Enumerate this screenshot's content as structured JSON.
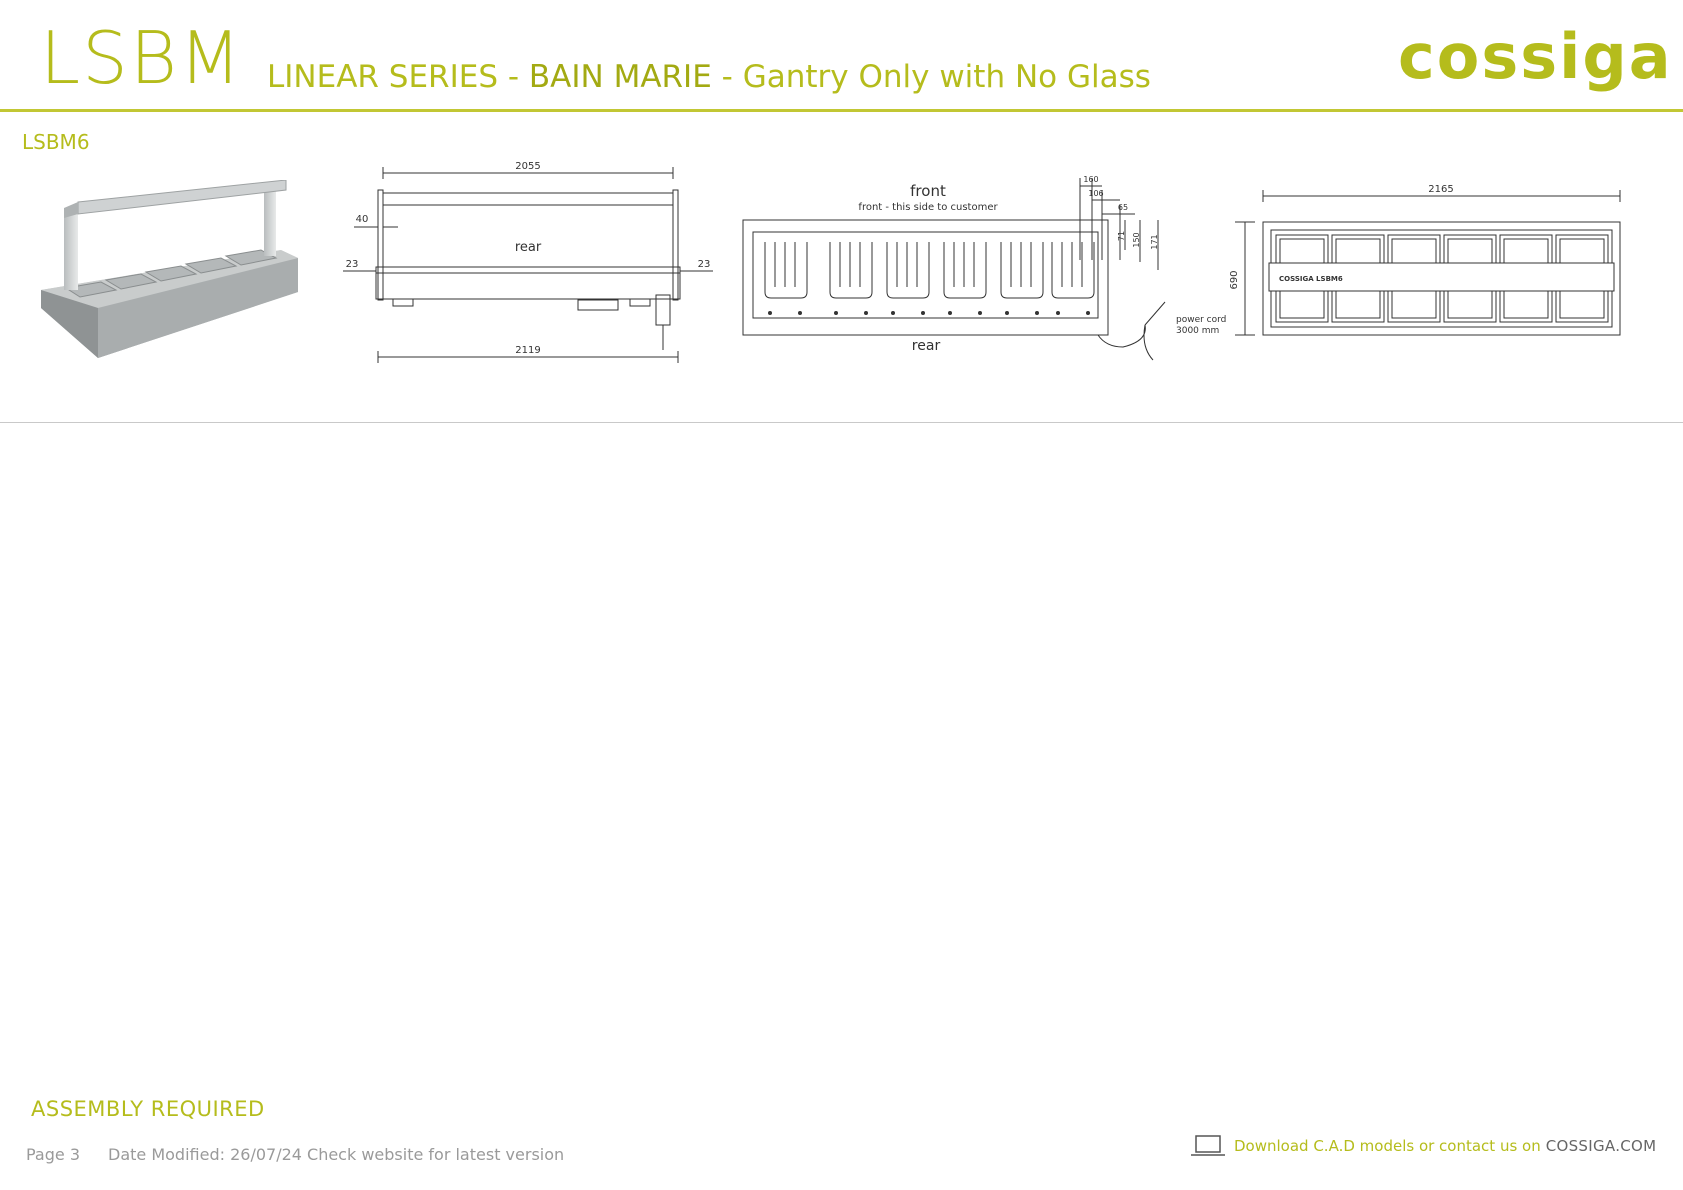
{
  "header": {
    "code": "LSBM",
    "subtitle_part1": "LINEAR SERIES - ",
    "subtitle_bold": "BAIN MARIE",
    "subtitle_part2": " - Gantry Only with No Glass",
    "brand": "cossiga"
  },
  "model": "LSBM6",
  "drawings": {
    "side": {
      "top_width": "2055",
      "bottom_width": "2119",
      "left_offset": "40",
      "side_left": "23",
      "side_right": "23",
      "rear_label": "rear"
    },
    "plan": {
      "front_label": "front",
      "front_note": "front - this side to customer",
      "rear_label": "rear",
      "dim_160": "160",
      "dim_106": "106",
      "dim_65": "65",
      "dim_71": "71",
      "dim_150": "150",
      "dim_171": "171",
      "cord_line1": "power cord",
      "cord_line2": "3000 mm"
    },
    "top": {
      "width": "2165",
      "depth": "690",
      "plate_label": "COSSIGA LSBM6"
    }
  },
  "assembly": "ASSEMBLY REQUIRED",
  "footer": {
    "page": "Page 3",
    "date": "Date Modified: 26/07/24 Check website for latest version",
    "download": "Download C.A.D models or contact us on",
    "site": "COSSIGA.COM"
  },
  "colors": {
    "accent": "#b5bc1c",
    "rule": "#c2c734",
    "footer_grey": "#9a9a9a"
  }
}
